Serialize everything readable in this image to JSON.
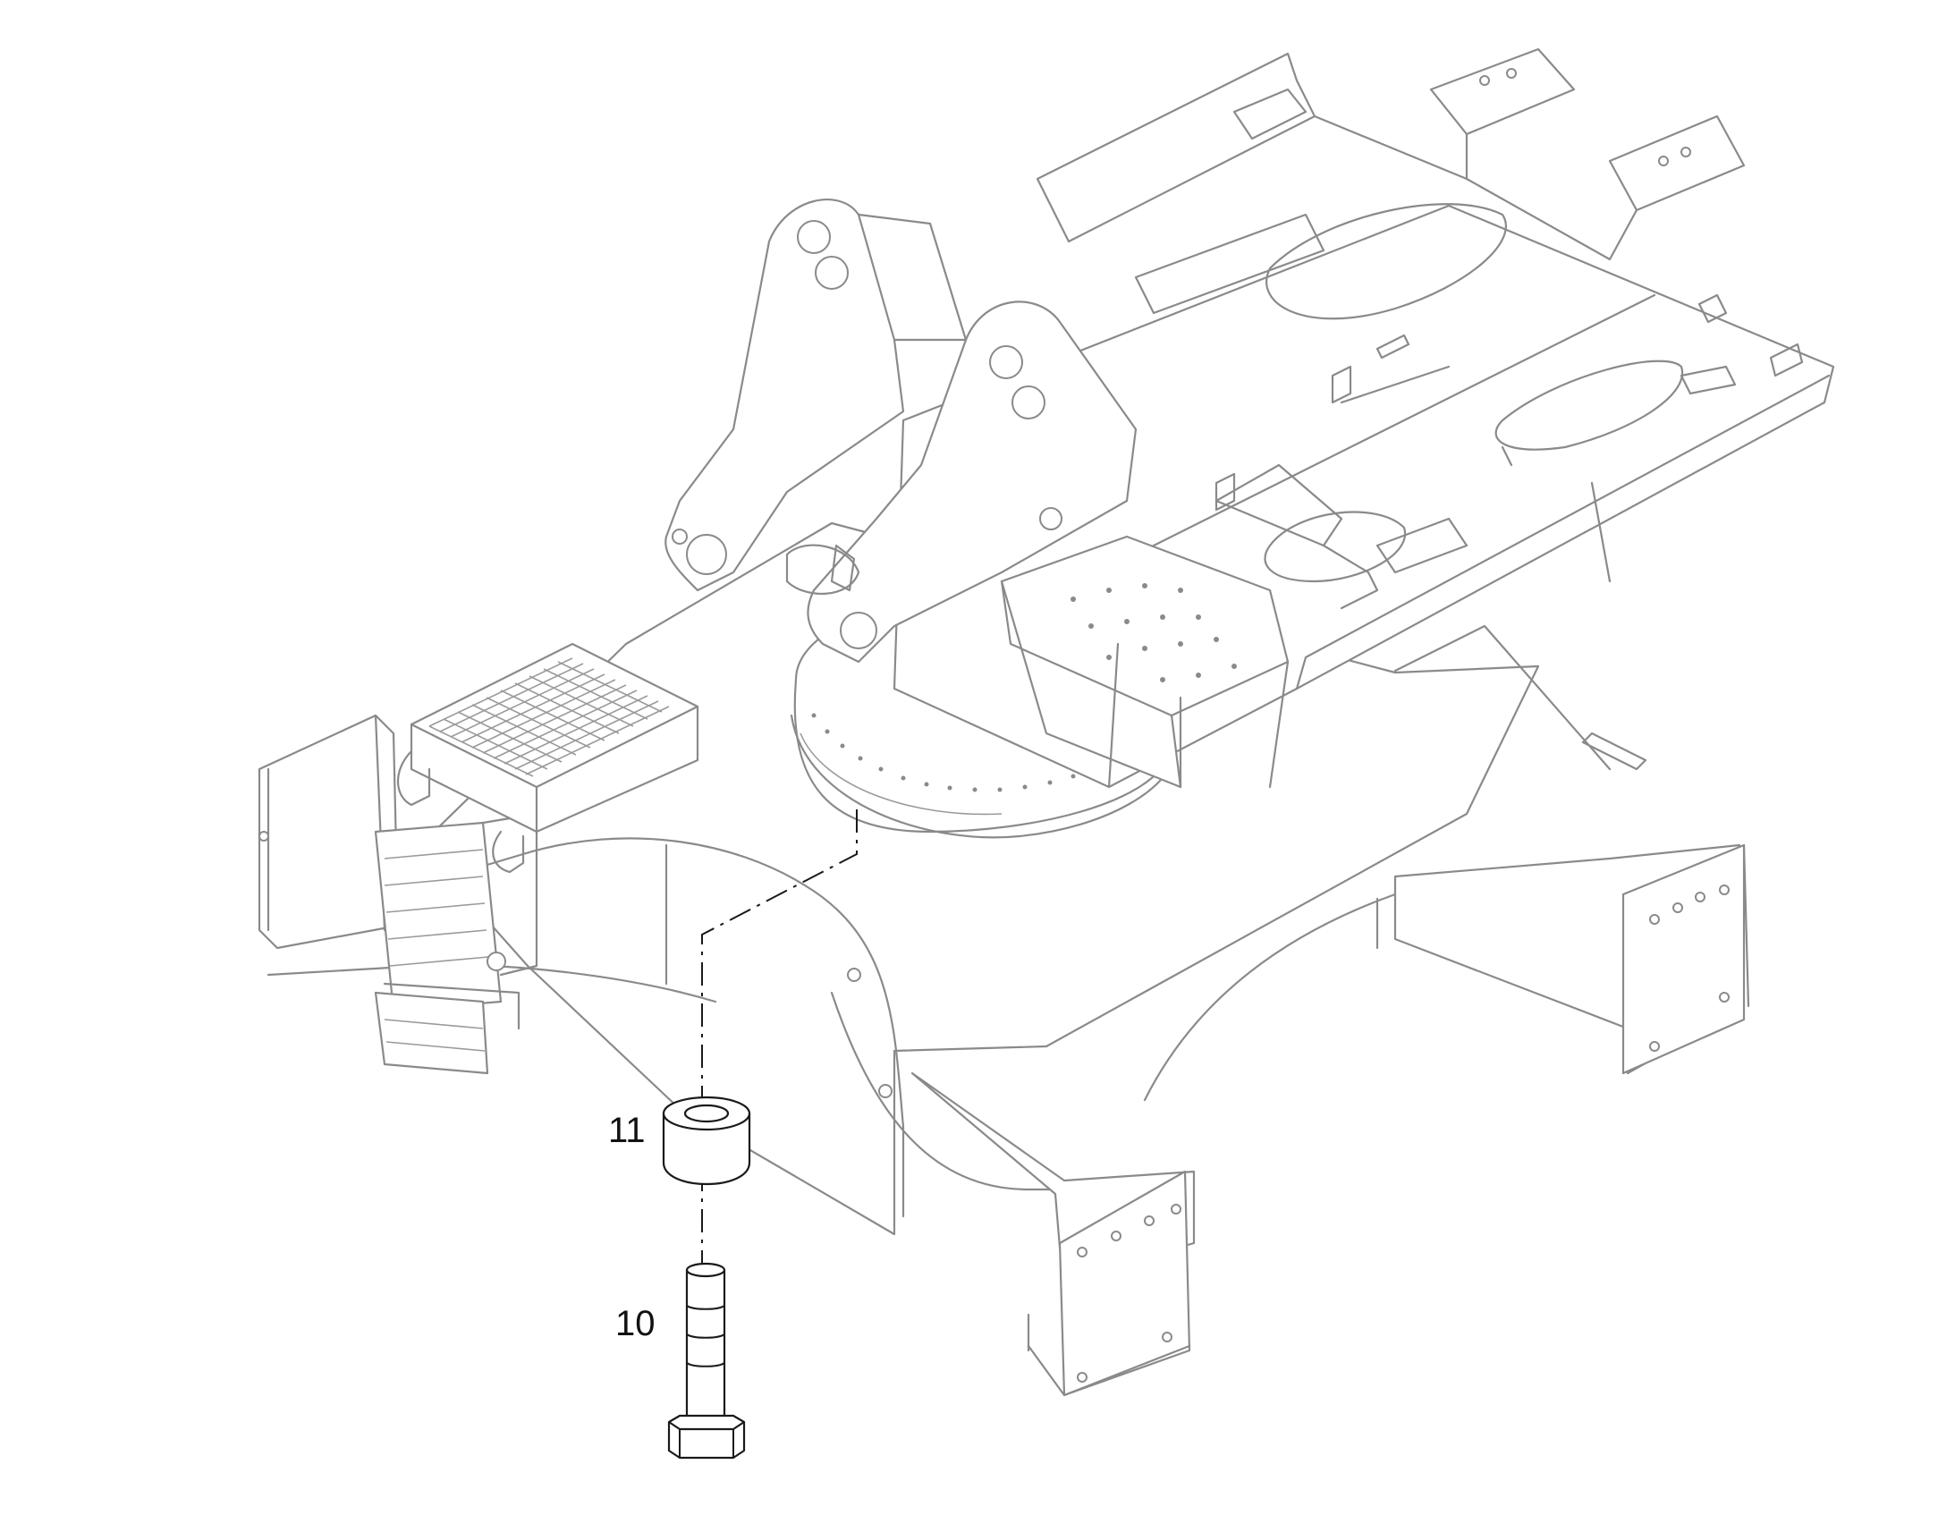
{
  "callouts": [
    {
      "id": "11",
      "label": "11",
      "part": "spacer-bushing"
    },
    {
      "id": "10",
      "label": "10",
      "part": "hex-bolt"
    }
  ]
}
